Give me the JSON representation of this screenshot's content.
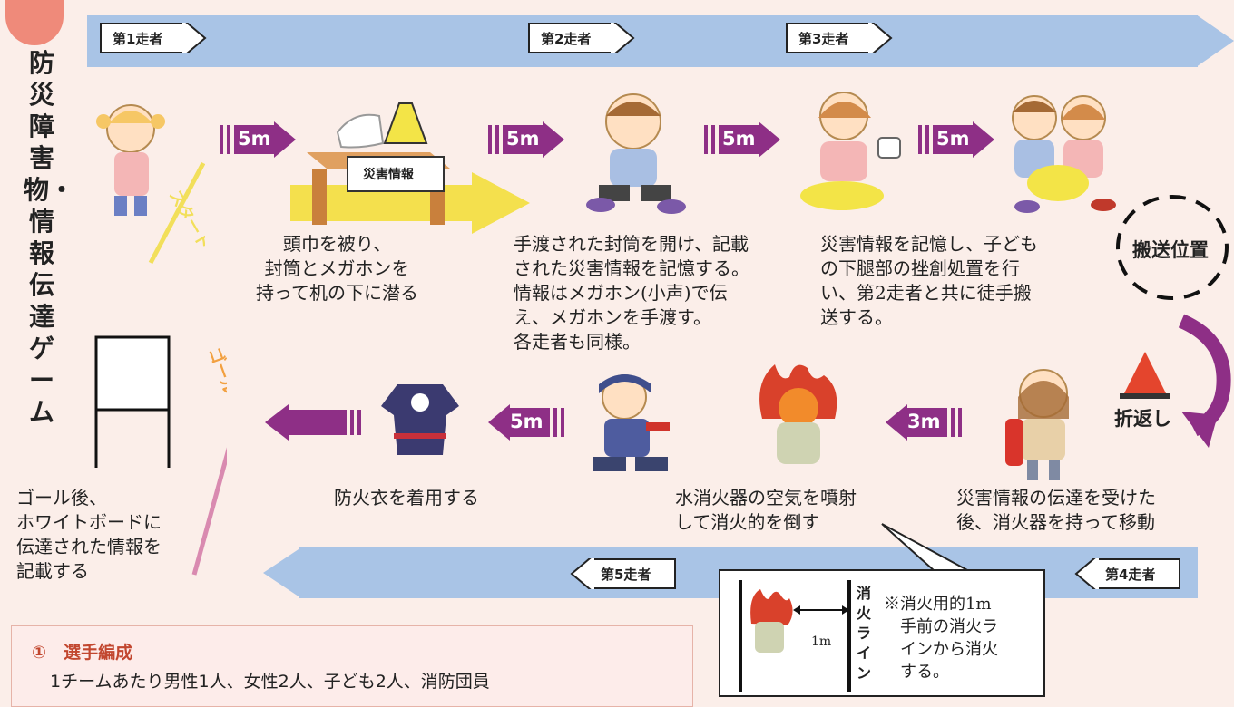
{
  "title": "防災障害物・情報伝達ゲーム",
  "runners": {
    "r1": "第1走者",
    "r2": "第2走者",
    "r3": "第3走者",
    "r4": "第4走者",
    "r5": "第5走者"
  },
  "distances": {
    "d1": "5m",
    "d2": "5m",
    "d3": "5m",
    "d4": "5m",
    "d5": "3m",
    "d6": "5m"
  },
  "labels": {
    "disaster_info": "災害情報",
    "transport_position": "搬送位置",
    "turnaround": "折返し",
    "start": "スタート",
    "goal": "ゴール",
    "fire_line": "消火ライン",
    "one_meter": "1m"
  },
  "captions": {
    "c1": "頭巾を被り、\n封筒とメガホンを\n持って机の下に潜る",
    "c2": "手渡された封筒を開け、記載\nされた災害情報を記憶する。\n情報はメガホン(小声)で伝\nえ、メガホンを手渡す。\n各走者も同様。",
    "c3": "災害情報を記憶し、子ども\nの下腿部の挫創処置を行\nい、第2走者と共に徒手搬\n送する。",
    "c4": "災害情報の伝達を受けた\n後、消火器を持って移動",
    "c5": "水消火器の空気を噴射\nして消火的を倒す",
    "c6": "防火衣を着用する",
    "c7": "ゴール後、\nホワイトボードに\n伝達された情報を\n記載する"
  },
  "note": "※消火用的1m\n　手前の消火ラ\n　インから消火\n　する。",
  "section": {
    "heading": "①　選手編成",
    "body": "1チームあたり男性1人、女性2人、子ども2人、消防団員"
  },
  "colors": {
    "band": "#a9c4e6",
    "arrow": "#8e2f86",
    "tab": "#ef8a7a",
    "background": "#fbeee9"
  }
}
